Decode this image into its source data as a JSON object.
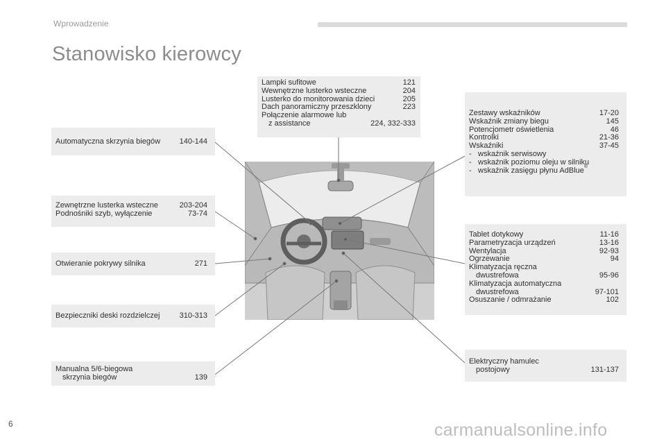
{
  "header": {
    "section": "Wprowadzenie"
  },
  "title": "Stanowisko kierowcy",
  "page_number": "6",
  "watermark": "carmanualsonline.info",
  "boxes": {
    "ceiling": {
      "rows": [
        {
          "label": "Lampki sufitowe",
          "page": "121"
        },
        {
          "label": "Wewnętrzne lusterko wsteczne",
          "page": "204"
        },
        {
          "label": "Lusterko do monitorowania dzieci",
          "page": "205"
        },
        {
          "label": "Dach panoramiczny przeszklony",
          "page": "223"
        },
        {
          "label": "Połączenie alarmowe lub",
          "page": ""
        },
        {
          "label": "z assistance",
          "page": "224, 332-333"
        }
      ]
    },
    "auto_gearbox": {
      "label": "Automatyczna skrzynia biegów",
      "page": "140-144"
    },
    "mirrors": {
      "rows": [
        {
          "label": "Zewnętrzne lusterka wsteczne",
          "page": "203-204"
        },
        {
          "label": "Podnośniki szyb, wyłączenie",
          "page": "73-74"
        }
      ]
    },
    "bonnet": {
      "label": "Otwieranie pokrywy silnika",
      "page": "271"
    },
    "fuses": {
      "label": "Bezpieczniki deski rozdzielczej",
      "page": "310-313"
    },
    "manual_gearbox": {
      "line1": "Manualna 5/6-biegowa",
      "line2": "skrzynia biegów",
      "page": "139"
    },
    "instruments": {
      "rows": [
        {
          "label": "Zestawy wskaźników",
          "page": "17-20"
        },
        {
          "label": "Wskaźnik zmiany biegu",
          "page": "145"
        },
        {
          "label": "Potencjometr oświetlenia",
          "page": "46"
        },
        {
          "label": "Kontrolki",
          "page": "21-36"
        },
        {
          "label": "Wskaźniki",
          "page": "37-45"
        }
      ],
      "dash_items": [
        "wskaźnik serwisowy",
        "wskaźnik poziomu oleju w silniku",
        "wskaźnik zasięgu płynu AdBlue"
      ],
      "dash_mark": "-",
      "reg_mark": "®"
    },
    "tablet": {
      "rows": [
        {
          "label": "Tablet dotykowy",
          "page": "11-16"
        },
        {
          "label": "Parametryzacja urządzeń",
          "page": "13-16"
        },
        {
          "label": "Wentylacja",
          "page": "92-93"
        },
        {
          "label": "Ogrzewanie",
          "page": "94"
        },
        {
          "label": "Klimatyzacja ręczna",
          "page": ""
        },
        {
          "label": "dwustrefowa",
          "page": "95-96"
        },
        {
          "label": "Klimatyzacja automatyczna",
          "page": ""
        },
        {
          "label": "dwustrefowa",
          "page": "97-101"
        },
        {
          "label": "Osuszanie / odmrażanie",
          "page": "102"
        }
      ]
    },
    "parking_brake": {
      "line1": "Elektryczny hamulec",
      "line2": "postojowy",
      "page": "131-137"
    }
  }
}
